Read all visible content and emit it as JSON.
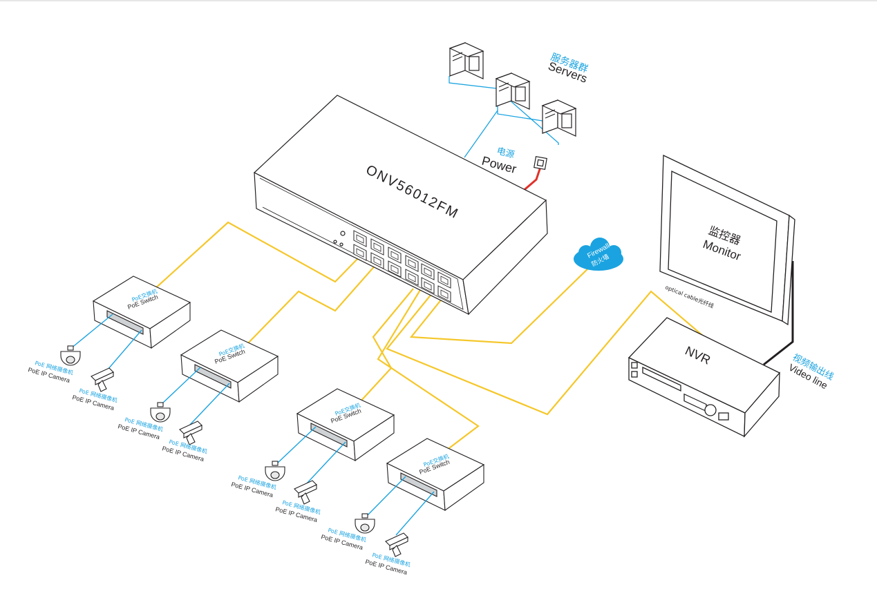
{
  "colors": {
    "cable_yellow": "#f5c72a",
    "cable_blue": "#1aa3e0",
    "power_red": "#e0322a",
    "outline": "#231f20",
    "label_blue": "#1aa3e0"
  },
  "main_switch": {
    "model": "ONV56012FM"
  },
  "servers": {
    "cn": "服务器群",
    "en": "Servers"
  },
  "power": {
    "cn": "电源",
    "en": "Power"
  },
  "firewall": {
    "en": "Firewall",
    "cn": "防火墙"
  },
  "monitor": {
    "cn": "监控器",
    "en": "Monitor"
  },
  "nvr": {
    "label": "NVR"
  },
  "optical_cable": {
    "label": "optical cable光纤线"
  },
  "video_line": {
    "cn": "视频输出线",
    "en": "Video line"
  },
  "poe_switches": [
    {
      "cn": "PoE交换机",
      "en": "PoE Switch"
    },
    {
      "cn": "PoE交换机",
      "en": "PoE Switch"
    },
    {
      "cn": "PoE交换机",
      "en": "PoE Switch"
    },
    {
      "cn": "PoE交换机",
      "en": "PoE Switch"
    }
  ],
  "cameras": [
    {
      "cn": "PoE 网络摄像机",
      "en": "PoE IP Camera"
    },
    {
      "cn": "PoE 网络摄像机",
      "en": "PoE IP Camera"
    },
    {
      "cn": "PoE 网络摄像机",
      "en": "PoE IP Camera"
    },
    {
      "cn": "PoE 网络摄像机",
      "en": "PoE IP Camera"
    },
    {
      "cn": "PoE 网络摄像机",
      "en": "PoE IP Camera"
    },
    {
      "cn": "PoE 网络摄像机",
      "en": "PoE IP Camera"
    },
    {
      "cn": "PoE 网络摄像机",
      "en": "PoE IP Camera"
    },
    {
      "cn": "PoE 网络摄像机",
      "en": "PoE IP Camera"
    }
  ]
}
